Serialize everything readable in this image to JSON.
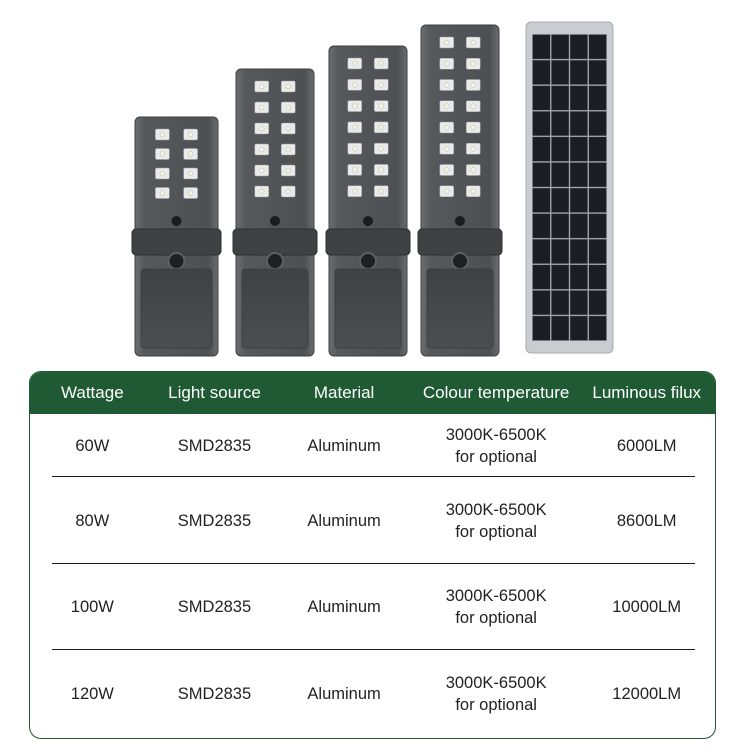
{
  "colors": {
    "header_bg": "#1f5a35",
    "header_text": "#ffffff",
    "body_text": "#222222",
    "lamp_body": "#4f5152",
    "solar_cell": "#1b1d22",
    "solar_frame": "#c9ccd0"
  },
  "products": {
    "lamps": [
      {
        "name": "lamp-small",
        "led_rows": 4
      },
      {
        "name": "lamp-medium",
        "led_rows": 6
      },
      {
        "name": "lamp-large",
        "led_rows": 7
      },
      {
        "name": "lamp-xlarge",
        "led_rows": 8
      }
    ],
    "solar_panel": {
      "rows": 12,
      "cols": 4
    }
  },
  "table": {
    "headers": [
      "Wattage",
      "Light source",
      "Material",
      "Colour temperature",
      "Luminous filux"
    ],
    "rows": [
      {
        "wattage": "60W",
        "light_source": "SMD2835",
        "material": "Aluminum",
        "color_temp_line1": "3000K-6500K",
        "color_temp_line2": "for optional",
        "lumens": "6000LM"
      },
      {
        "wattage": "80W",
        "light_source": "SMD2835",
        "material": "Aluminum",
        "color_temp_line1": "3000K-6500K",
        "color_temp_line2": "for optional",
        "lumens": "8600LM"
      },
      {
        "wattage": "100W",
        "light_source": "SMD2835",
        "material": "Aluminum",
        "color_temp_line1": "3000K-6500K",
        "color_temp_line2": "for optional",
        "lumens": "10000LM"
      },
      {
        "wattage": "120W",
        "light_source": "SMD2835",
        "material": "Aluminum",
        "color_temp_line1": "3000K-6500K",
        "color_temp_line2": "for optional",
        "lumens": "12000LM"
      }
    ]
  }
}
